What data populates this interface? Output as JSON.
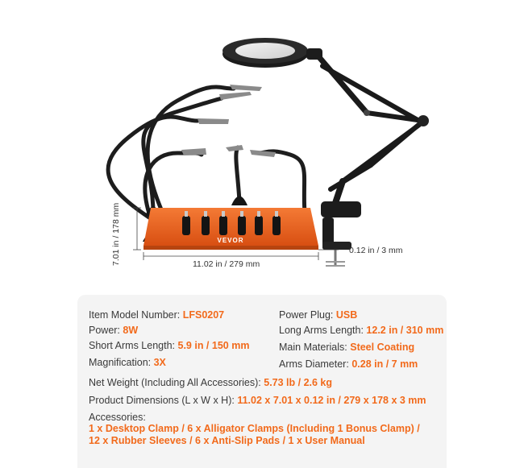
{
  "brand_on_base": "VEVOR",
  "colors": {
    "accent": "#f26a1b",
    "base_plate": "#ee5d1c",
    "metal": "#1a1a1a"
  },
  "dimensions": {
    "height": "7.01 in / 178 mm",
    "width": "11.02 in / 279 mm",
    "thickness": "0.12 in / 3 mm"
  },
  "specs": {
    "item_model_label": "Item Model Number:",
    "item_model_value": "LFS0207",
    "power_label": "Power:",
    "power_value": "8W",
    "short_arms_label": "Short Arms Length:",
    "short_arms_value": "5.9 in / 150 mm",
    "magnification_label": "Magnification:",
    "magnification_value": "3X",
    "power_plug_label": "Power Plug:",
    "power_plug_value": "USB",
    "long_arms_label": "Long Arms Length:",
    "long_arms_value": "12.2 in / 310 mm",
    "materials_label": "Main Materials:",
    "materials_value": "Steel Coating",
    "arms_diameter_label": "Arms Diameter:",
    "arms_diameter_value": "0.28 in / 7 mm",
    "net_weight_label": "Net Weight (Including All Accessories):",
    "net_weight_value": "5.73 lb / 2.6 kg",
    "product_dims_label": "Product Dimensions (L x W x H):",
    "product_dims_value": "11.02 x 7.01 x 0.12 in / 279 x 178 x 3 mm",
    "accessories_label": "Accessories:",
    "accessories_line1": "1 x Desktop Clamp / 6 x Alligator Clamps (Including 1 Bonus Clamp) /",
    "accessories_line2": "12 x Rubber Sleeves / 6 x Anti-Slip Pads / 1 x User Manual"
  }
}
